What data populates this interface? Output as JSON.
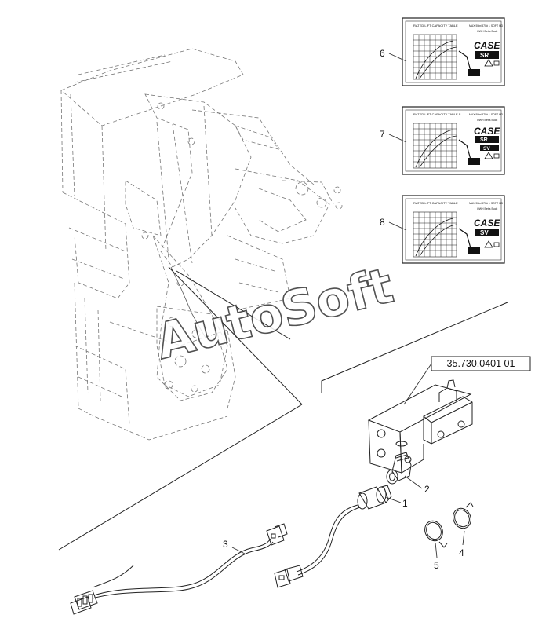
{
  "reference_box": "35.730.0401 01",
  "callouts": [
    "1",
    "2",
    "3",
    "4",
    "5",
    "6",
    "7",
    "8"
  ],
  "decal": {
    "title": "RATED LIFT CAPACITY TABLE",
    "title_variant": "RATED LIFT CAPACITY TABLE S",
    "code": "MAX 55in/870# 1 SOFT HD",
    "subtitle": "OWH Betts Buck",
    "brand": "CASE",
    "models": [
      "SR",
      "SR",
      "SV"
    ]
  },
  "watermark": "AutoSoft"
}
